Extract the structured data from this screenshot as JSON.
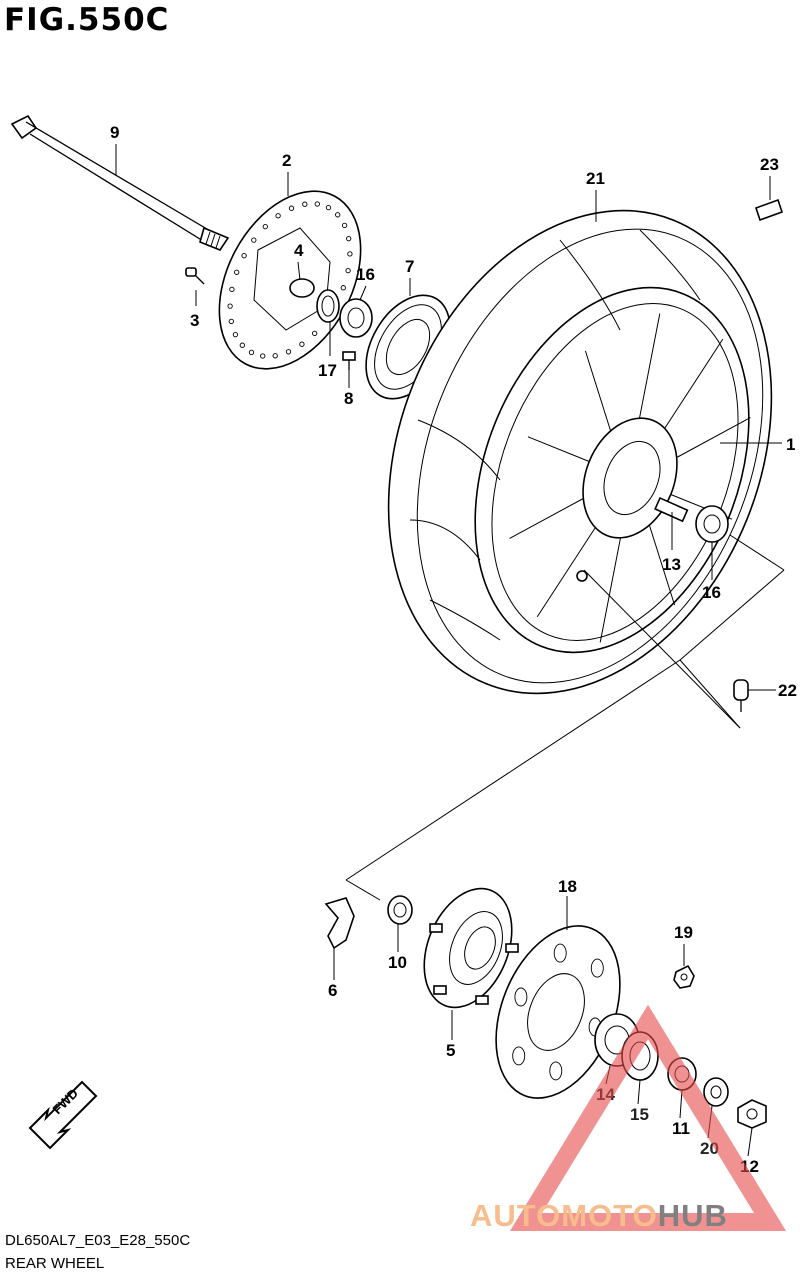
{
  "figure": {
    "title": "FIG.550C",
    "code": "DL650AL7_E03_E28_550C",
    "name": "REAR WHEEL",
    "direction_label": "FWD"
  },
  "callouts": [
    "1",
    "2",
    "3",
    "4",
    "5",
    "6",
    "7",
    "8",
    "9",
    "10",
    "11",
    "12",
    "13",
    "14",
    "15",
    "16",
    "16",
    "17",
    "18",
    "19",
    "20",
    "21",
    "22",
    "23"
  ],
  "watermark": {
    "part1": "AUTOMOTO",
    "part2": "HUB",
    "color1": "#f7b27a",
    "color2": "#6b6b6b",
    "triangle_color": "#e84a4a"
  }
}
